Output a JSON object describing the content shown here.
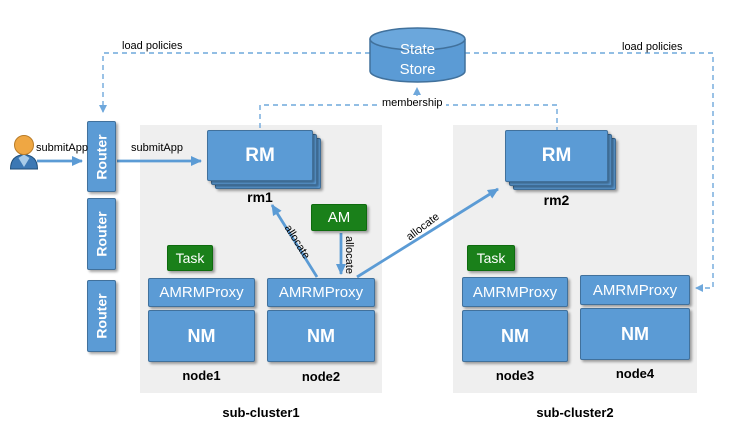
{
  "labels": {
    "submit_app_user": "submitApp",
    "submit_app_router": "submitApp",
    "load_policies_left": "load policies",
    "load_policies_right": "load policies",
    "membership": "membership",
    "allocate_to_rm1": "allocate",
    "allocate_am": "allocate",
    "allocate_to_rm2": "allocate"
  },
  "state_store": {
    "line1": "State",
    "line2": "Store"
  },
  "routers": [
    {
      "label": "Router"
    },
    {
      "label": "Router"
    },
    {
      "label": "Router"
    }
  ],
  "clusters": [
    {
      "name": "sub-cluster1",
      "rm": {
        "label": "RM",
        "id": "rm1"
      },
      "am_label": "AM",
      "nodes": [
        {
          "id": "node1",
          "task": "Task",
          "amrmproxy": "AMRMProxy",
          "nm": "NM"
        },
        {
          "id": "node2",
          "amrmproxy": "AMRMProxy",
          "nm": "NM"
        }
      ]
    },
    {
      "name": "sub-cluster2",
      "rm": {
        "label": "RM",
        "id": "rm2"
      },
      "nodes": [
        {
          "id": "node3",
          "task": "Task",
          "amrmproxy": "AMRMProxy",
          "nm": "NM"
        },
        {
          "id": "node4",
          "amrmproxy": "AMRMProxy",
          "nm": "NM"
        }
      ]
    }
  ],
  "icons": {
    "user": "user-icon",
    "state_store": "database-cylinder-icon"
  },
  "colors": {
    "box_blue": "#5B9BD5",
    "box_border": "#41719C",
    "green": "#1A801A",
    "cluster_bg": "#EFEFEF",
    "dashed_blue": "#6FA8DC",
    "arrow_blue": "#5B9BD5"
  }
}
